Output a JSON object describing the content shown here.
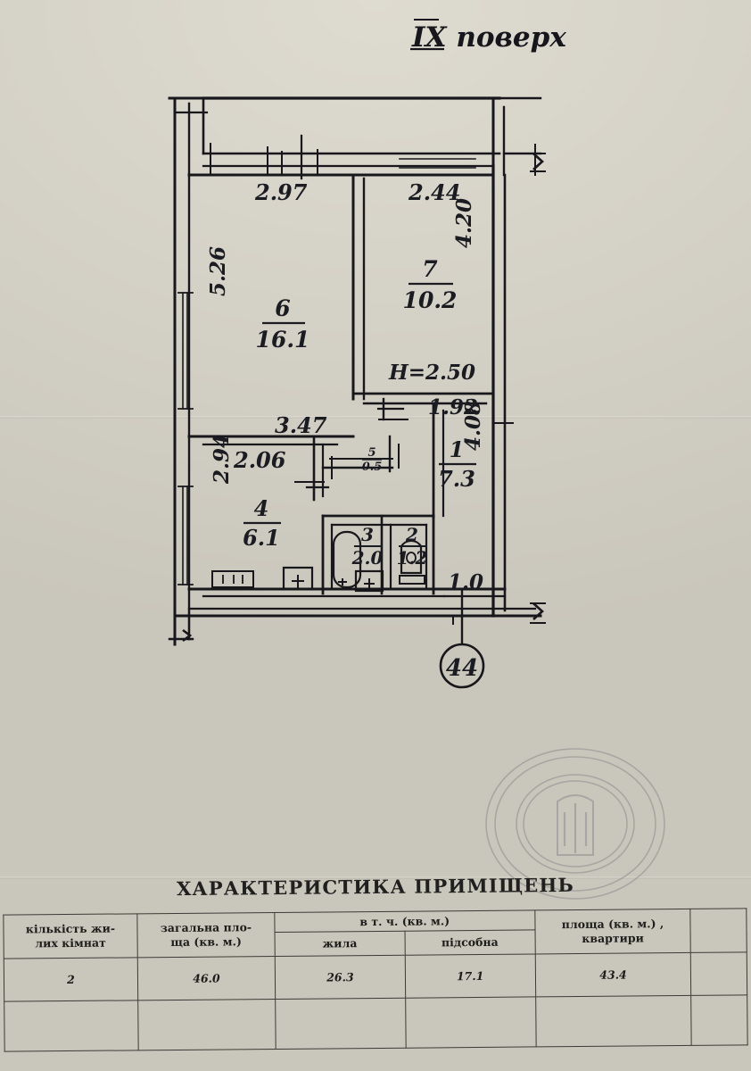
{
  "document": {
    "floor_label": "IX поверх",
    "apartment_number": "44",
    "ceiling_height_label": "H=2.50"
  },
  "plan": {
    "rooms": [
      {
        "id": "room-1",
        "number": "1",
        "area": "7.3"
      },
      {
        "id": "room-2",
        "number": "2",
        "area": "1.2"
      },
      {
        "id": "room-3",
        "number": "3",
        "area": "2.0"
      },
      {
        "id": "room-4",
        "number": "4",
        "area": "6.1"
      },
      {
        "id": "room-5",
        "number": "5",
        "area": "0.5"
      },
      {
        "id": "room-6",
        "number": "6",
        "area": "16.1"
      },
      {
        "id": "room-7",
        "number": "7",
        "area": "10.2"
      }
    ],
    "dimensions": {
      "top_left": "2.97",
      "top_right": "2.44",
      "left_upper": "5.26",
      "left_lower": "2.94",
      "right_upper": "4.20",
      "right_lower": "4.08",
      "mid_horizontal": "3.47",
      "corridor_width": "2.06",
      "inner_right": "1.92",
      "bottom_right": "1.0"
    }
  },
  "table": {
    "title": "ХАРАКТЕРИСТИКА ПРИМІЩЕНЬ",
    "group_header": "в т. ч. (кв. м.)",
    "columns": [
      "кількість жилих кімнат",
      "загальна площа (кв. м.)",
      "жила",
      "підсобна",
      "площа (кв. м.) , квартири"
    ],
    "column_lines": {
      "c1_l1": "кількість жи-",
      "c1_l2": "лих кімнат",
      "c2_l1": "загальна пло-",
      "c2_l2": "ща (кв. м.)",
      "c3": "жила",
      "c4": "підсобна",
      "c5_l1": "площа  (кв. м.) ,",
      "c5_l2": "квартири"
    },
    "values": [
      "2",
      "46.0",
      "26.3",
      "17.1",
      "43.4"
    ]
  },
  "colors": {
    "paper": "#d2cfc4",
    "ink": "#1b1b22",
    "blue_ink": "#2b2f63",
    "stamp": "#6a6a78"
  }
}
